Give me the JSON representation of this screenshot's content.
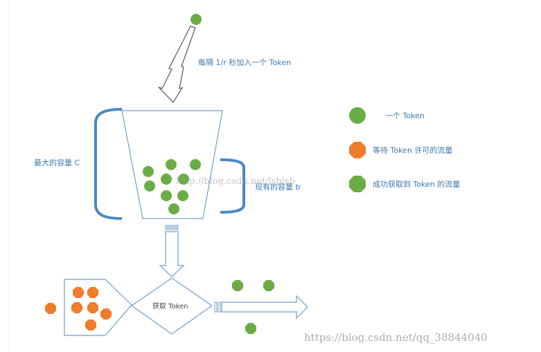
{
  "labels": {
    "token_rate": "每隔 1/r 秒加入一个 Token",
    "max_capacity": "最大的容量 C",
    "current_capacity": "现有的容量 b",
    "acquire_token": "获取 Token"
  },
  "legend": {
    "items": [
      {
        "text": "一个 Token",
        "shape": "circle",
        "color": "#6aad45"
      },
      {
        "text": "等待 Token 许可的流量",
        "shape": "octagon",
        "color": "#f07b2c"
      },
      {
        "text": "成功获取到 Token 的流量",
        "shape": "octagon",
        "color": "#6aad45"
      }
    ]
  },
  "watermarks": {
    "center": "http://blog.csdn.net/lsblsb",
    "bottom": "https://blog.csdn.net/qq_38844040"
  },
  "colors": {
    "green": "#6aad45",
    "orange": "#f07b2c",
    "bracket": "#4a86c5",
    "outline": "#6e9fcc",
    "label": "#3c78b4"
  },
  "counts": {
    "tokens_in_bucket": 9,
    "waiting_packets_in_queue": 6,
    "waiting_packets_outside": 1,
    "passed_packets": 3
  }
}
